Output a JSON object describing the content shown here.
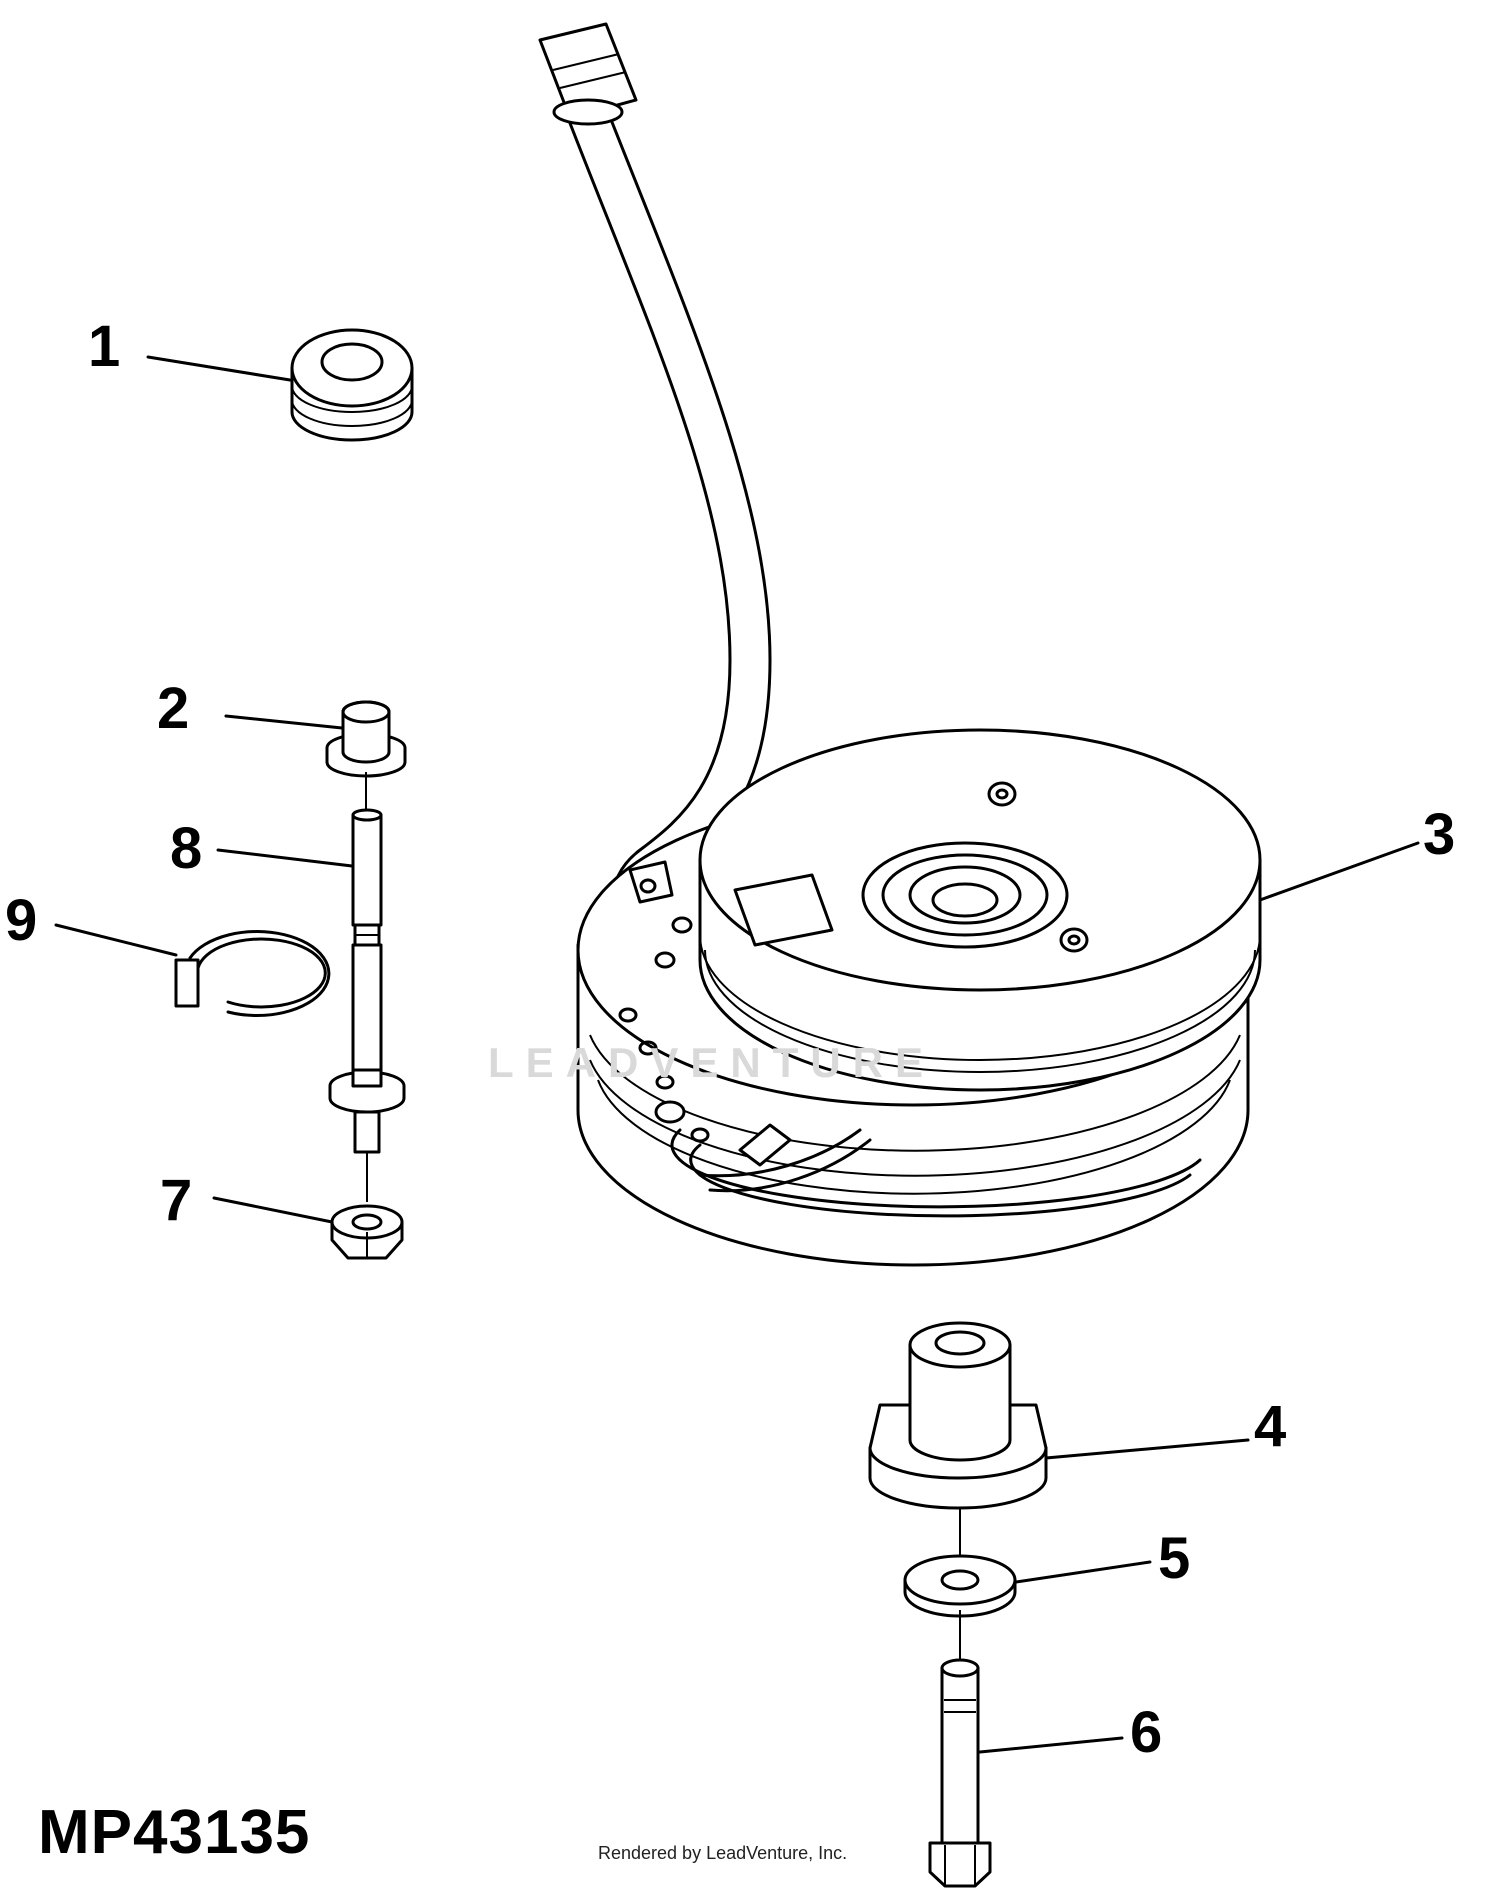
{
  "figure_id": "MP43135",
  "watermark": "LEADVENTURE",
  "credit": "Rendered by LeadVenture, Inc.",
  "callouts": [
    {
      "label": "1"
    },
    {
      "label": "2"
    },
    {
      "label": "3"
    },
    {
      "label": "4"
    },
    {
      "label": "5"
    },
    {
      "label": "6"
    },
    {
      "label": "7"
    },
    {
      "label": "8"
    },
    {
      "label": "9"
    }
  ]
}
